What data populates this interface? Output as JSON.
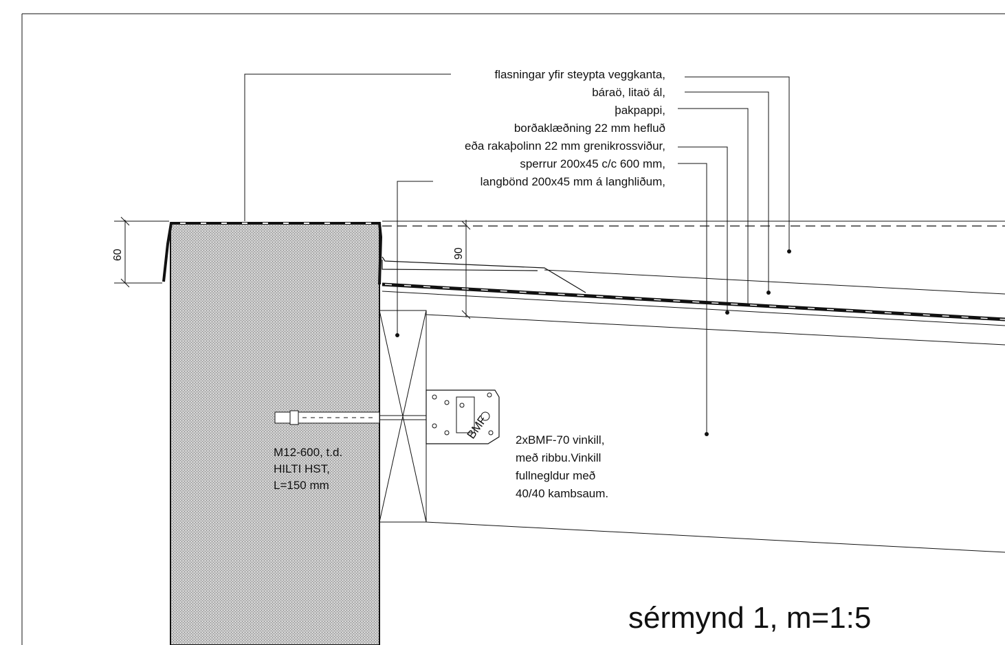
{
  "labels": {
    "flashing": "flasningar yfir steypta veggkanta,",
    "corrugated": "báraö, litaö ál,",
    "roofing_felt": "þakpappi,",
    "boards": "borðaklæðning 22 mm hefluð",
    "plywood": "eða rakaþolinn 22 mm grenikrossviður,",
    "rafters": "sperrur 200x45 c/c 600 mm,",
    "beams": "langbönd 200x45 mm á langhliðum,"
  },
  "anchor_note": [
    "M12-600, t.d.",
    "HILTI HST,",
    "L=150 mm"
  ],
  "bracket_note": [
    "2xBMF-70 vinkill,",
    "með ribbu.Vinkill",
    "fullnegldur með",
    "40/40 kambsaum."
  ],
  "bracket_mark": "BMF",
  "dimensions": {
    "wall_cap": "60",
    "roof_build": "90"
  },
  "title": "sérmynd 1,  m=1:5"
}
